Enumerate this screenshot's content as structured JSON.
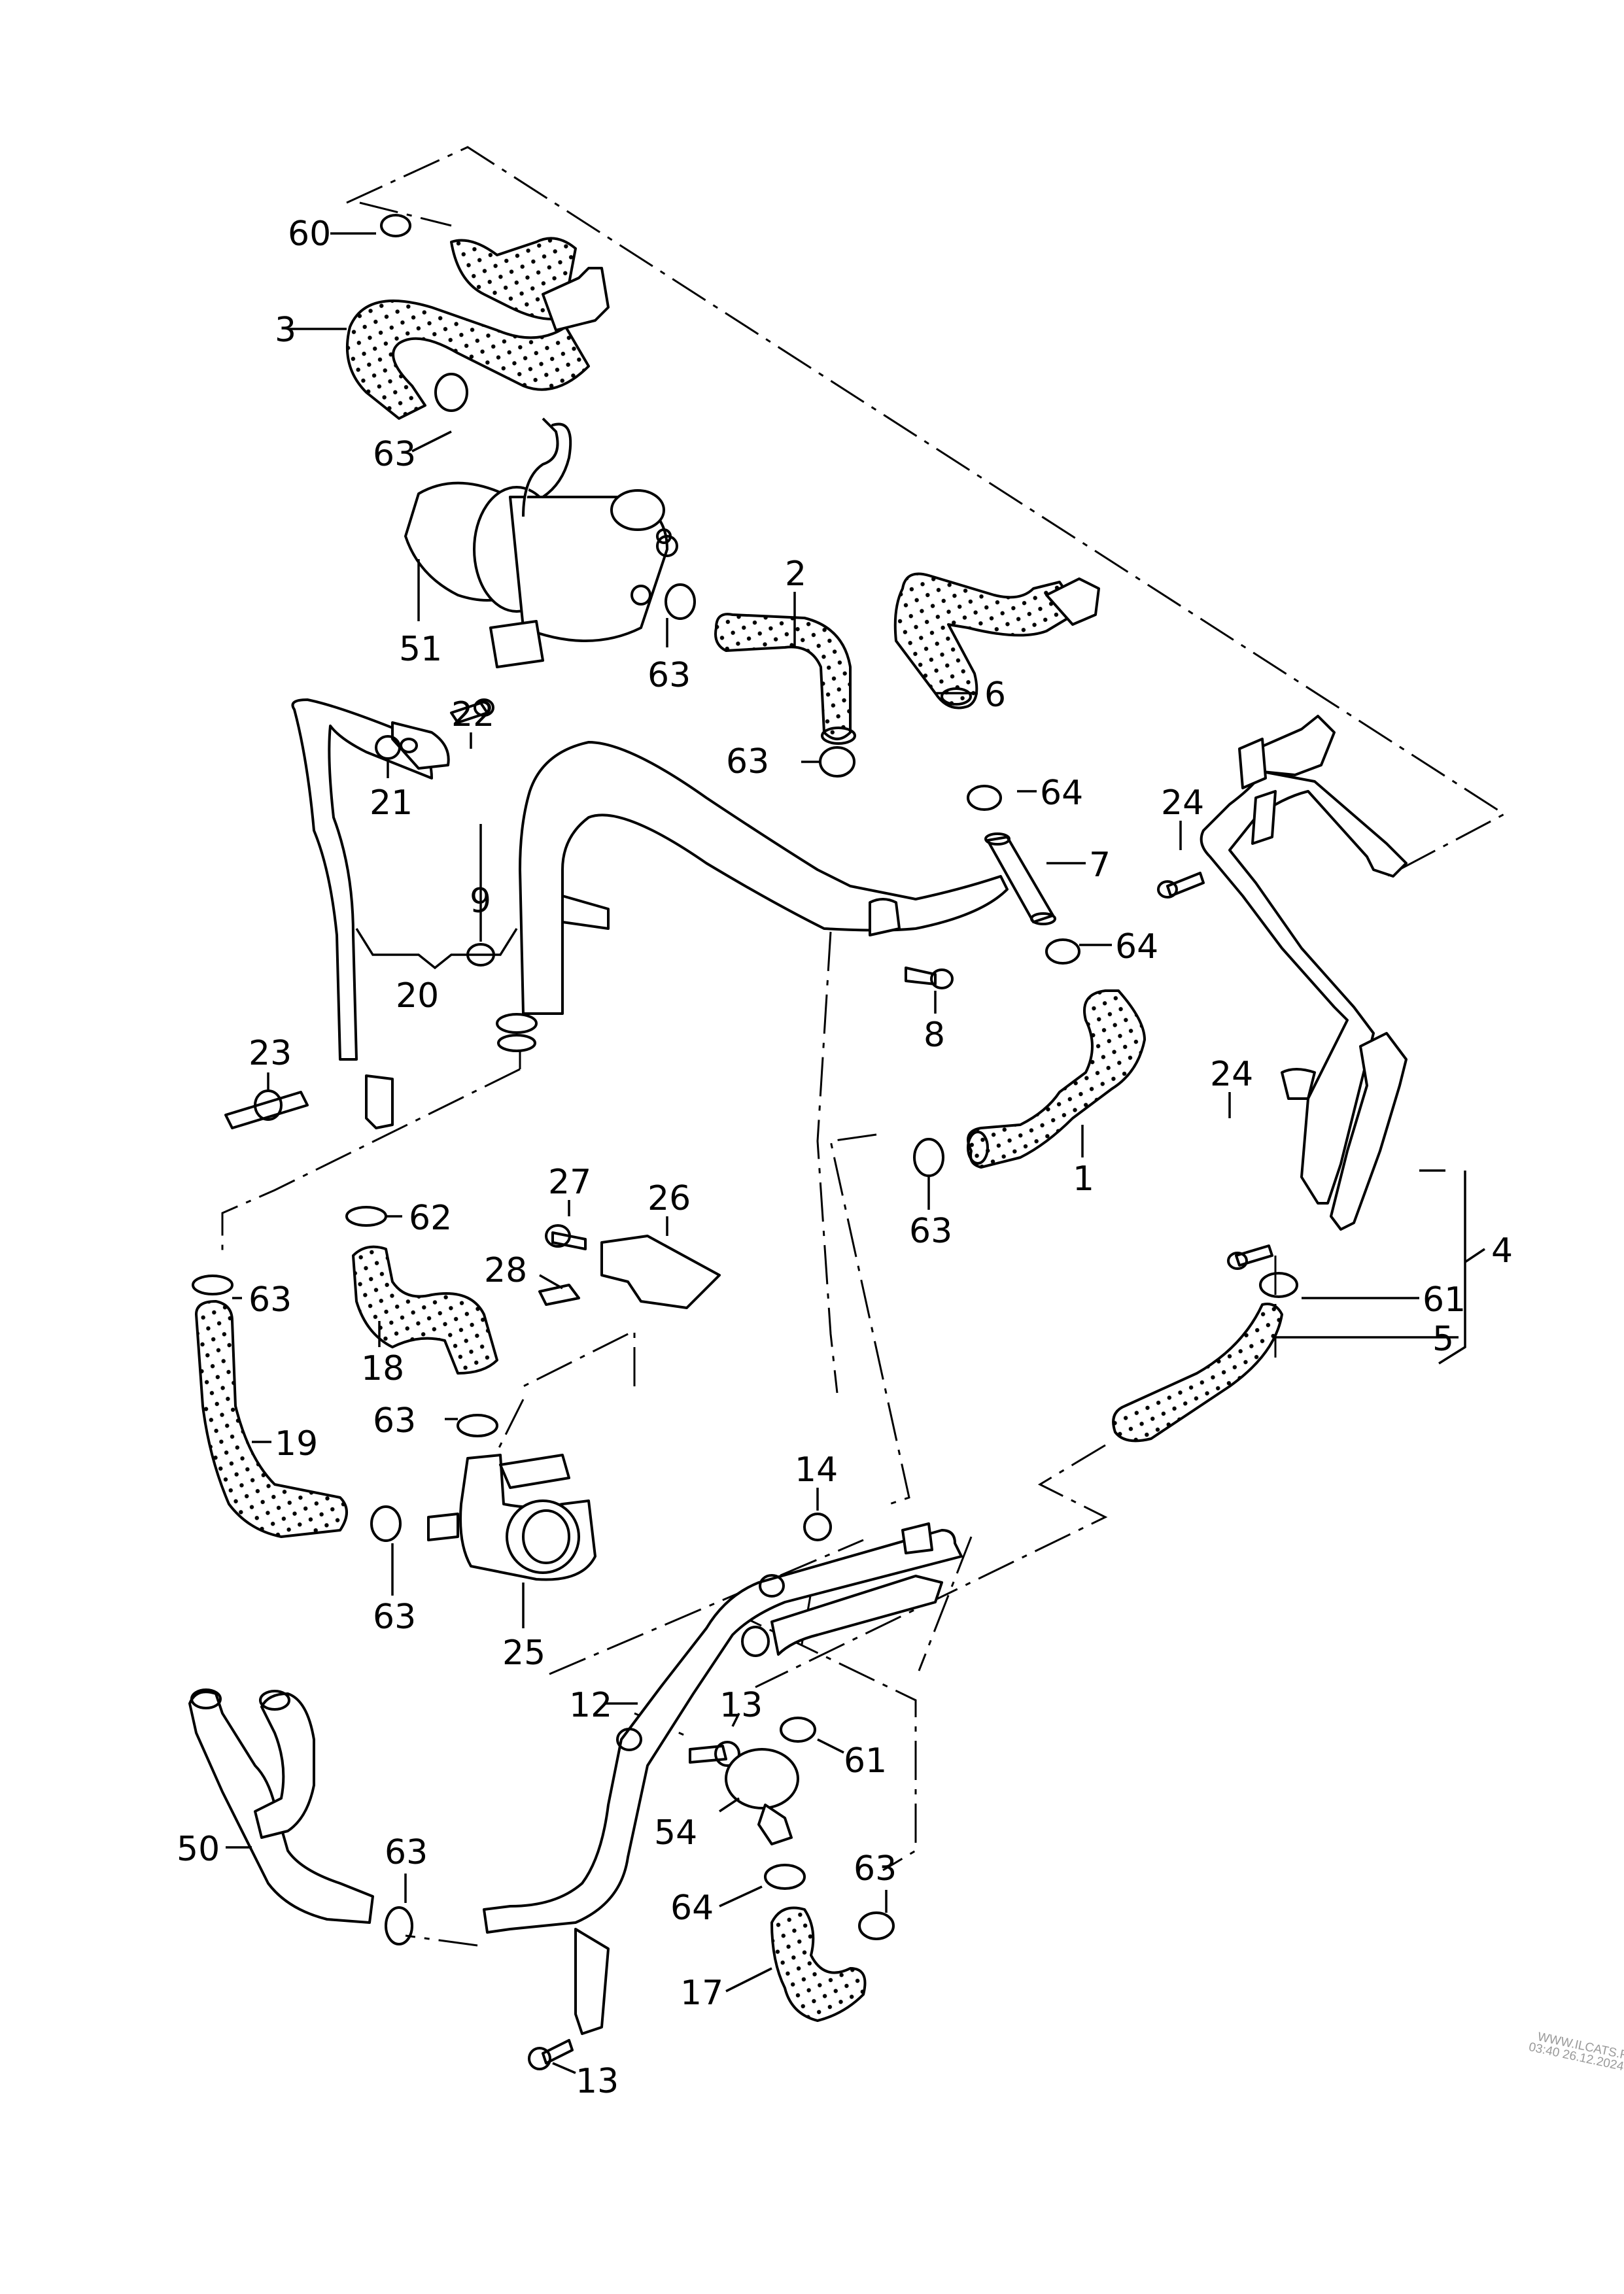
{
  "diagram": {
    "title": "Coolant hoses and pipes exploded view",
    "callouts": [
      {
        "id": "60",
        "text": "60"
      },
      {
        "id": "3",
        "text": "3"
      },
      {
        "id": "63a",
        "text": "63"
      },
      {
        "id": "51",
        "text": "51"
      },
      {
        "id": "63b",
        "text": "63"
      },
      {
        "id": "2",
        "text": "2"
      },
      {
        "id": "63c",
        "text": "63"
      },
      {
        "id": "6",
        "text": "6"
      },
      {
        "id": "64a",
        "text": "64"
      },
      {
        "id": "7",
        "text": "7"
      },
      {
        "id": "64b",
        "text": "64"
      },
      {
        "id": "24a",
        "text": "24"
      },
      {
        "id": "22",
        "text": "22"
      },
      {
        "id": "21",
        "text": "21"
      },
      {
        "id": "20",
        "text": "20"
      },
      {
        "id": "9",
        "text": "9"
      },
      {
        "id": "8",
        "text": "8"
      },
      {
        "id": "24b",
        "text": "24"
      },
      {
        "id": "1",
        "text": "1"
      },
      {
        "id": "63d",
        "text": "63"
      },
      {
        "id": "23",
        "text": "23"
      },
      {
        "id": "62",
        "text": "62"
      },
      {
        "id": "27",
        "text": "27"
      },
      {
        "id": "26",
        "text": "26"
      },
      {
        "id": "28",
        "text": "28"
      },
      {
        "id": "63e",
        "text": "63"
      },
      {
        "id": "18",
        "text": "18"
      },
      {
        "id": "4",
        "text": "4"
      },
      {
        "id": "61a",
        "text": "61"
      },
      {
        "id": "5",
        "text": "5"
      },
      {
        "id": "63f",
        "text": "63"
      },
      {
        "id": "19",
        "text": "19"
      },
      {
        "id": "14",
        "text": "14"
      },
      {
        "id": "63g",
        "text": "63"
      },
      {
        "id": "25",
        "text": "25"
      },
      {
        "id": "12",
        "text": "12"
      },
      {
        "id": "13a",
        "text": "13"
      },
      {
        "id": "61b",
        "text": "61"
      },
      {
        "id": "50",
        "text": "50"
      },
      {
        "id": "63h",
        "text": "63"
      },
      {
        "id": "54",
        "text": "54"
      },
      {
        "id": "64c",
        "text": "64"
      },
      {
        "id": "63i",
        "text": "63"
      },
      {
        "id": "17",
        "text": "17"
      },
      {
        "id": "13b",
        "text": "13"
      }
    ]
  },
  "watermark": {
    "line1": "WWW.ILCATS.RU",
    "line2": "03:40 26.12.2024"
  },
  "colors": {
    "ink": "#000000",
    "background": "#ffffff",
    "watermark": "#9a9a9a"
  }
}
